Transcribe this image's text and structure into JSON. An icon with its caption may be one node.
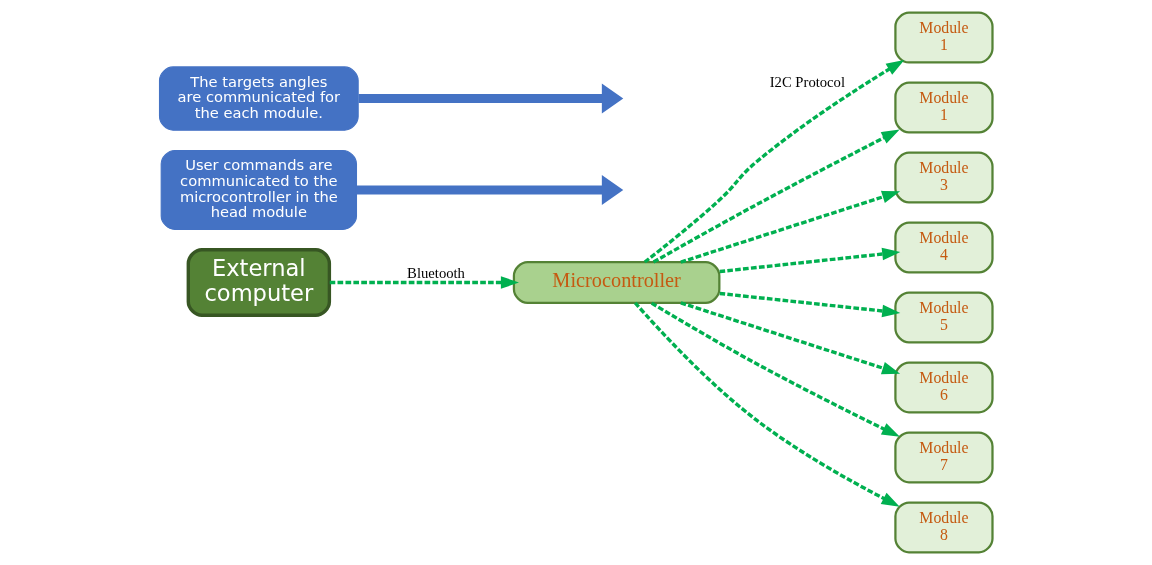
{
  "diagram": {
    "nodes": [
      {
        "text": [
          "External computer"
        ]
      },
      {
        "text": [
          "Microcontroller"
        ]
      },
      {
        "text": [
          "User commands are communicated to the microcontroller in the head module"
        ]
      },
      {
        "text": [
          "The targets angles  are communicated for the each module."
        ]
      },
      {
        "text": [
          "Module 1"
        ]
      },
      {
        "text": [
          "Module 1"
        ]
      },
      {
        "text": [
          "Module 3"
        ]
      },
      {
        "text": [
          "Module 4"
        ]
      },
      {
        "text": [
          "Module 5"
        ]
      },
      {
        "text": [
          "Module 6"
        ]
      },
      {
        "text": [
          "Module 7"
        ]
      },
      {
        "text": [
          "Module 8"
        ]
      }
    ],
    "edges": [
      {
        "from": 0,
        "to": 1,
        "arrow": "to",
        "label": "Bluetooth",
        "style": "dashed"
      },
      {
        "from": 2,
        "to": null,
        "arrow": "to",
        "style": "thick",
        "color": "#4472c4"
      },
      {
        "from": 1,
        "to": 4,
        "arrow": "to",
        "label": "I2C Protocol",
        "style": "dashed"
      },
      {
        "from": 1,
        "to": 5,
        "arrow": "to",
        "style": "dashed"
      },
      {
        "from": 1,
        "to": 6,
        "arrow": "to",
        "style": "dashed"
      },
      {
        "from": 1,
        "to": 7,
        "arrow": "to",
        "style": "dashed"
      },
      {
        "from": 1,
        "to": 8,
        "arrow": "to",
        "style": "dashed"
      },
      {
        "from": 1,
        "to": 9,
        "arrow": "to",
        "style": "dashed"
      },
      {
        "from": 1,
        "to": 10,
        "arrow": "to",
        "style": "dashed"
      },
      {
        "from": 1,
        "to": 11,
        "arrow": "to",
        "style": "dashed"
      },
      {
        "from": 3,
        "to": null,
        "arrow": "to",
        "style": "thick",
        "color": "#4472c4"
      }
    ]
  }
}
